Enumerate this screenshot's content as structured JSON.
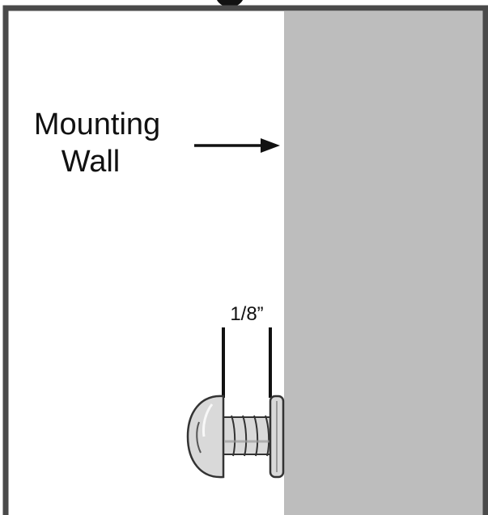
{
  "diagram": {
    "wall_label_line1": "Mounting",
    "wall_label_line2": "Wall",
    "gap_label": "1/8”"
  },
  "colors": {
    "frame": "#4a4a4a",
    "wall": "#bdbdbd",
    "background": "#ffffff",
    "ink": "#111111",
    "screw_fill": "#d9d9d9",
    "screw_shadow": "#9a9a9a"
  },
  "icons": {
    "arrow": "right-arrow-icon",
    "screw": "screw-icon"
  }
}
